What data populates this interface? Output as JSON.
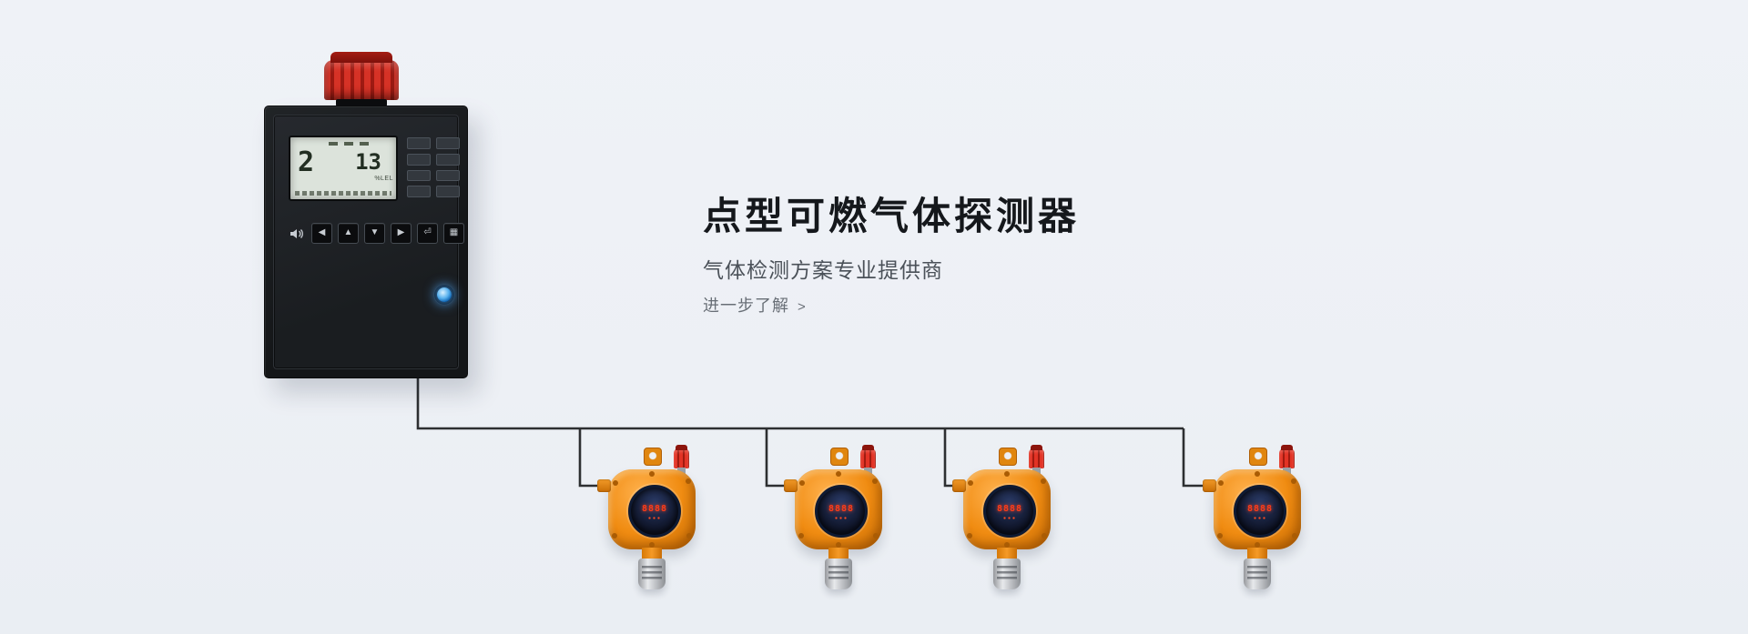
{
  "hero": {
    "title": "点型可燃气体探测器",
    "subtitle": "气体检测方案专业提供商",
    "link_label": "进一步了解",
    "link_arrow": ">"
  },
  "controller": {
    "lcd": {
      "channel_value": "2",
      "reading_value": "13",
      "unit": "%LEL"
    },
    "keypad": [
      "◀",
      "▲",
      "▼",
      "▶",
      "⏎",
      "▦"
    ]
  },
  "detectors": [
    {
      "display": "8888"
    },
    {
      "display": "8888"
    },
    {
      "display": "8888"
    },
    {
      "display": "8888"
    }
  ],
  "colors": {
    "background": "#edf0f5",
    "accent_orange": "#f08c12",
    "alarm_red": "#d63226",
    "title_text": "#15181c",
    "subtitle_text": "#4b5159",
    "link_text": "#686e76",
    "wire": "#2d2f31",
    "led_red": "#ff3b17",
    "power_blue": "#58b1ee"
  }
}
